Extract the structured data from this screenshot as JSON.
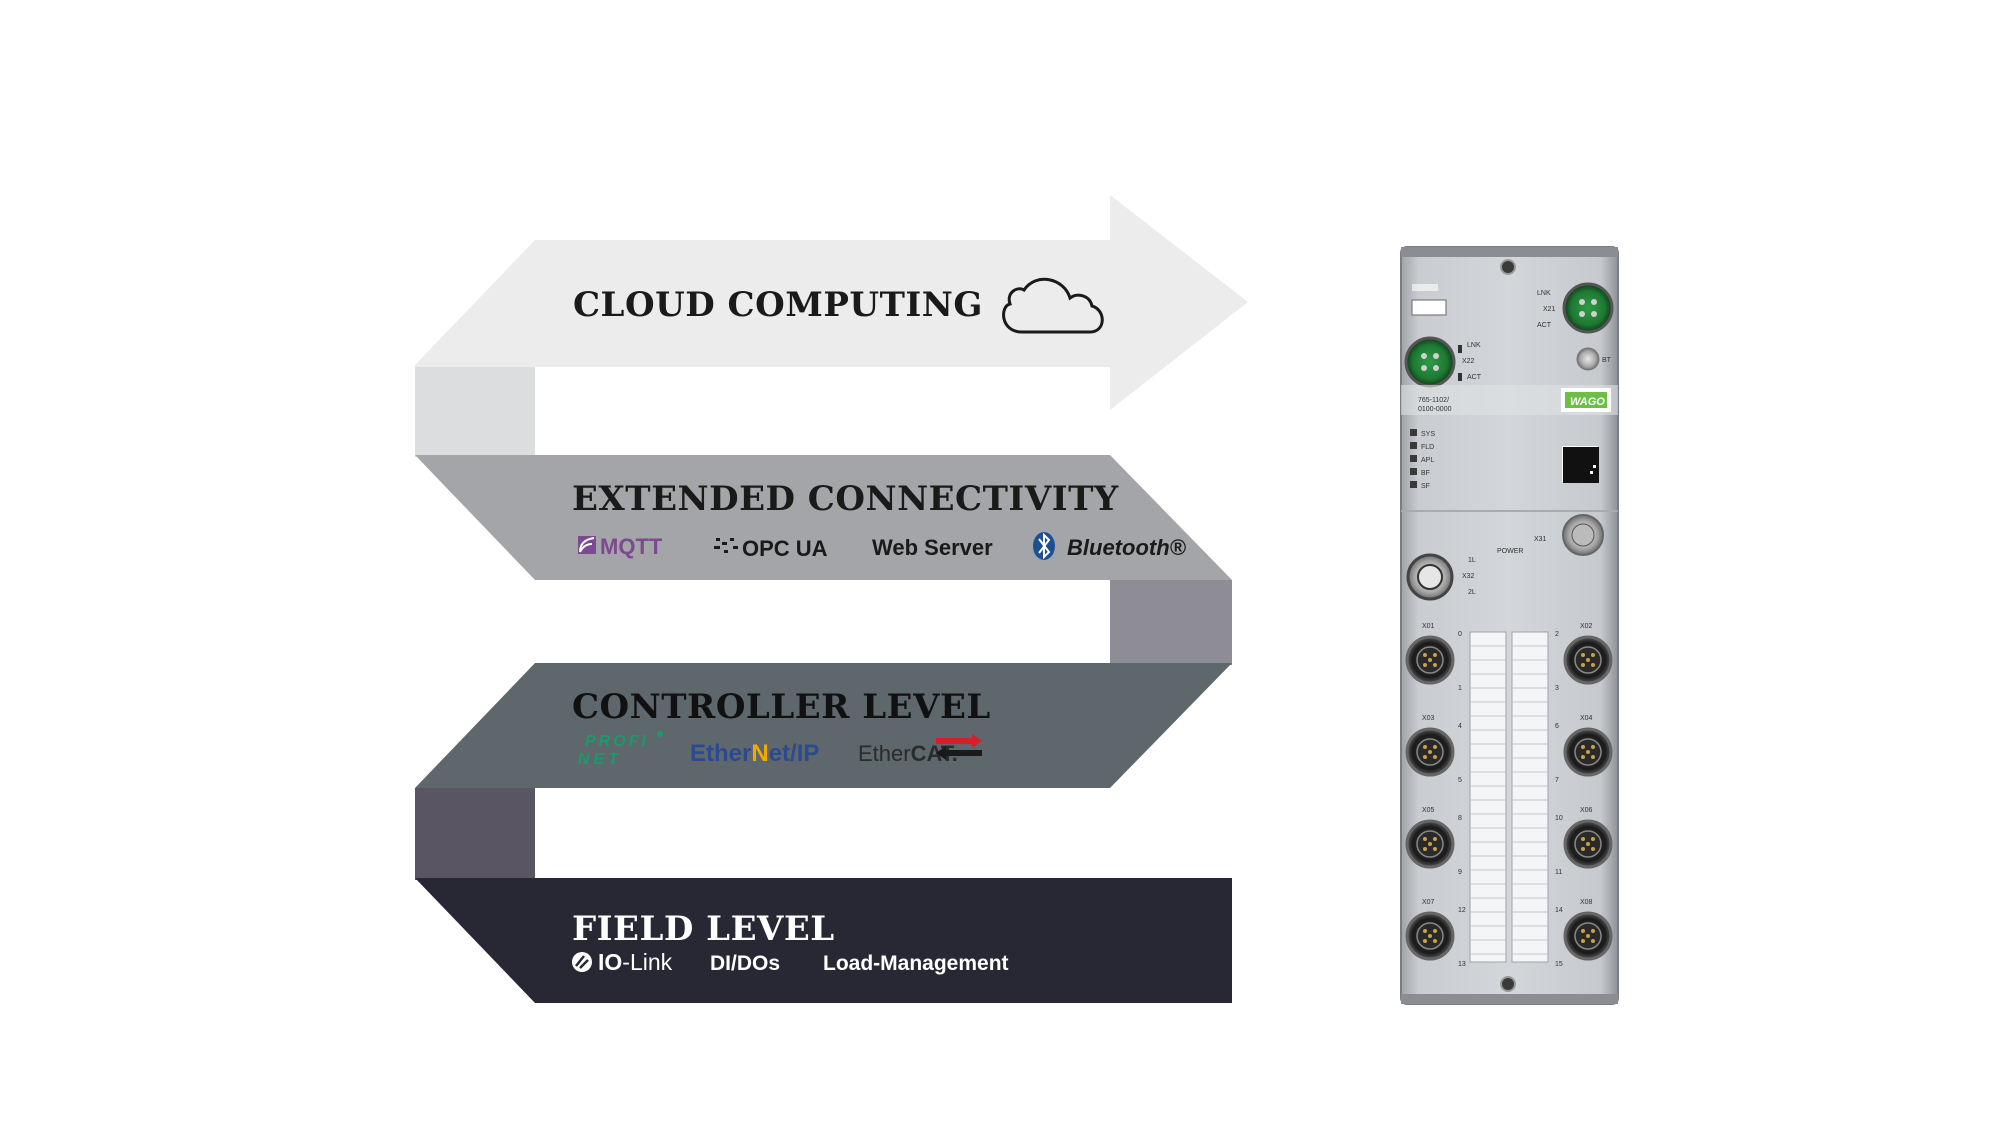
{
  "levels": [
    {
      "id": "cloud",
      "title": "CLOUD COMPUTING",
      "icon": "cloud-icon",
      "color": "#ececec",
      "text_color": "#1a1a1a"
    },
    {
      "id": "extended",
      "title": "EXTENDED CONNECTIVITY",
      "color": "#a3a5a8",
      "text_color": "#1a1a1a",
      "logos": {
        "mqtt": "MQTT",
        "opcua": "OPC UA",
        "webserver": "Web Server",
        "bluetooth": "Bluetooth®"
      }
    },
    {
      "id": "controller",
      "title": "CONTROLLER LEVEL",
      "color": "#5e676c",
      "text_color": "#111111",
      "logos": {
        "profinet_1": "PROFI",
        "profinet_2": "NET",
        "ethernetip_a": "Ether",
        "ethernetip_b": "N",
        "ethernetip_c": "et/IP",
        "ethercat_a": "Ether",
        "ethercat_b": "CAT."
      }
    },
    {
      "id": "field",
      "title": "FIELD LEVEL",
      "color": "#272833",
      "text_color": "#ffffff",
      "items": {
        "iolink_bold": "IO",
        "iolink_rest": "-Link",
        "dido": "DI/DOs",
        "load": "Load-Management"
      }
    }
  ],
  "connectors": {
    "cloud_ext": "#dcdddf",
    "ext_ctrl": "#8e8c95",
    "ctrl_field": "#5a5563"
  },
  "device": {
    "brand": "WAGO",
    "part_number_1": "765-1102/",
    "part_number_2": "0100-0000",
    "labels": {
      "lnk": "LNK",
      "act": "ACT",
      "x21": "X21",
      "x22": "X22",
      "bt": "BT",
      "x31": "X31",
      "x32": "X32",
      "power": "POWER",
      "l1": "1L",
      "l2": "2L"
    },
    "leds": [
      "SYS",
      "FLD",
      "APL",
      "BF",
      "SF"
    ],
    "ports_left": [
      "X01",
      "X03",
      "X05",
      "X07"
    ],
    "ports_right": [
      "X02",
      "X04",
      "X06",
      "X08"
    ],
    "channels_left": [
      [
        "0",
        "1"
      ],
      [
        "4",
        "5"
      ],
      [
        "8",
        "9"
      ],
      [
        "12",
        "13"
      ]
    ],
    "channels_right": [
      [
        "2",
        "3"
      ],
      [
        "6",
        "7"
      ],
      [
        "10",
        "11"
      ],
      [
        "14",
        "15"
      ]
    ]
  }
}
